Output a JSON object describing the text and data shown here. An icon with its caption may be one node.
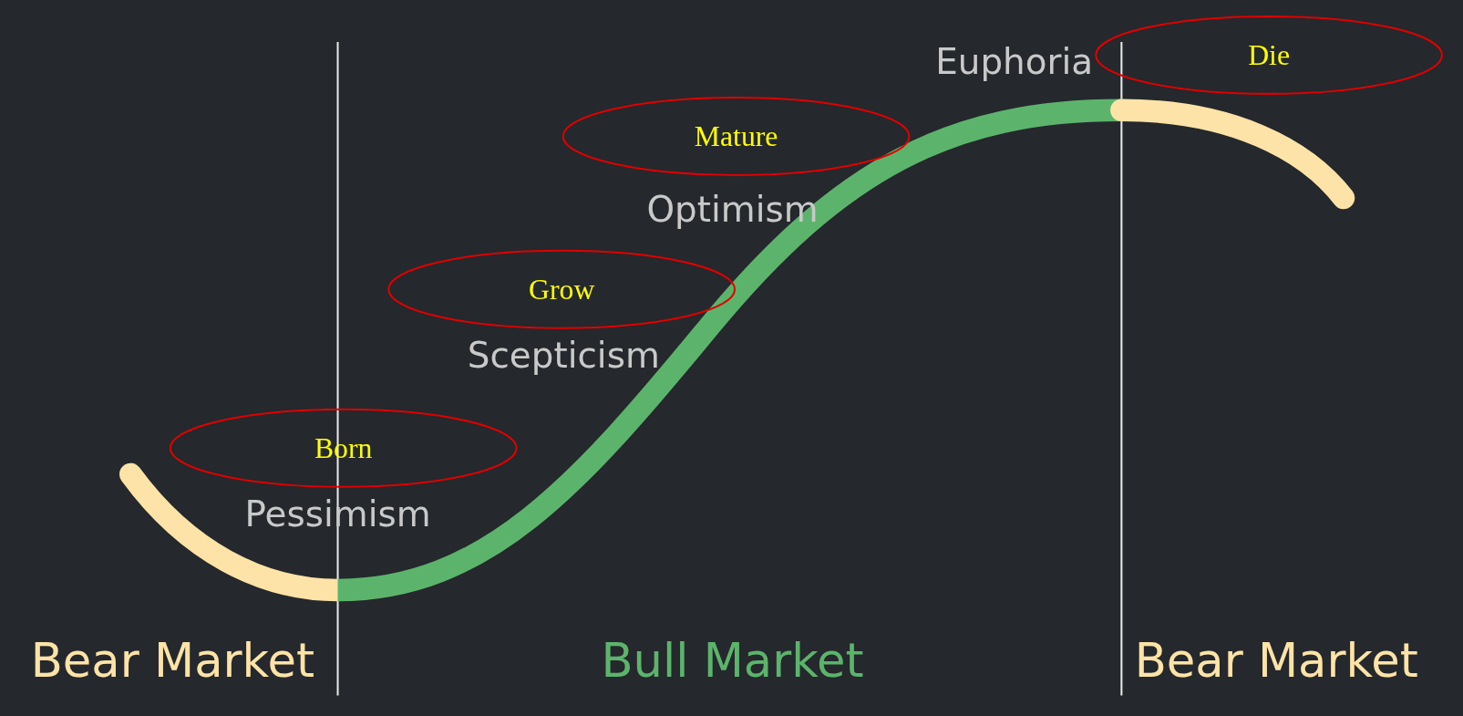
{
  "diagram": {
    "nodes": [
      {
        "text": [
          "Born"
        ]
      },
      {
        "text": [
          "Grow"
        ]
      },
      {
        "text": [
          "Mature"
        ]
      },
      {
        "text": [
          "Die"
        ]
      }
    ],
    "labels": [
      "Euphoria",
      "Optimism",
      "Scepticism",
      "Pessimism",
      "Bear Market",
      "Bull Market",
      "Bear Market"
    ]
  }
}
